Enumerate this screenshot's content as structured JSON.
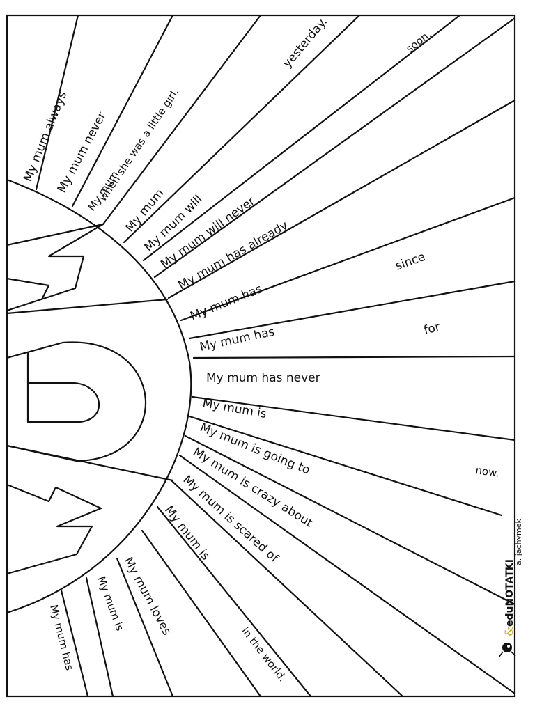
{
  "worksheet": {
    "rays": [
      {
        "text": "My mum always"
      },
      {
        "text": "My mum never"
      },
      {
        "text": "My mum"
      },
      {
        "text": "when she was a little girl."
      },
      {
        "text": "My mum"
      },
      {
        "text": "yesterday."
      },
      {
        "text": "My mum will"
      },
      {
        "text": "soon."
      },
      {
        "text": "My mum will never"
      },
      {
        "text": "My mum has already"
      },
      {
        "text": "My mum has"
      },
      {
        "text": "since"
      },
      {
        "text": "My mum has"
      },
      {
        "text": "for"
      },
      {
        "text": "My mum has never"
      },
      {
        "text": "My mum is"
      },
      {
        "text": "now."
      },
      {
        "text": "My mum is going to"
      },
      {
        "text": "My mum is crazy about"
      },
      {
        "text": "My mum is scared of"
      },
      {
        "text": "My mum is"
      },
      {
        "text": "in the world."
      },
      {
        "text": "My mum loves"
      },
      {
        "text": "My mum is"
      },
      {
        "text": "My mum has"
      }
    ],
    "brand": {
      "amp": "&",
      "name": "eduNOTATKI",
      "author": "a. jachymek"
    }
  }
}
